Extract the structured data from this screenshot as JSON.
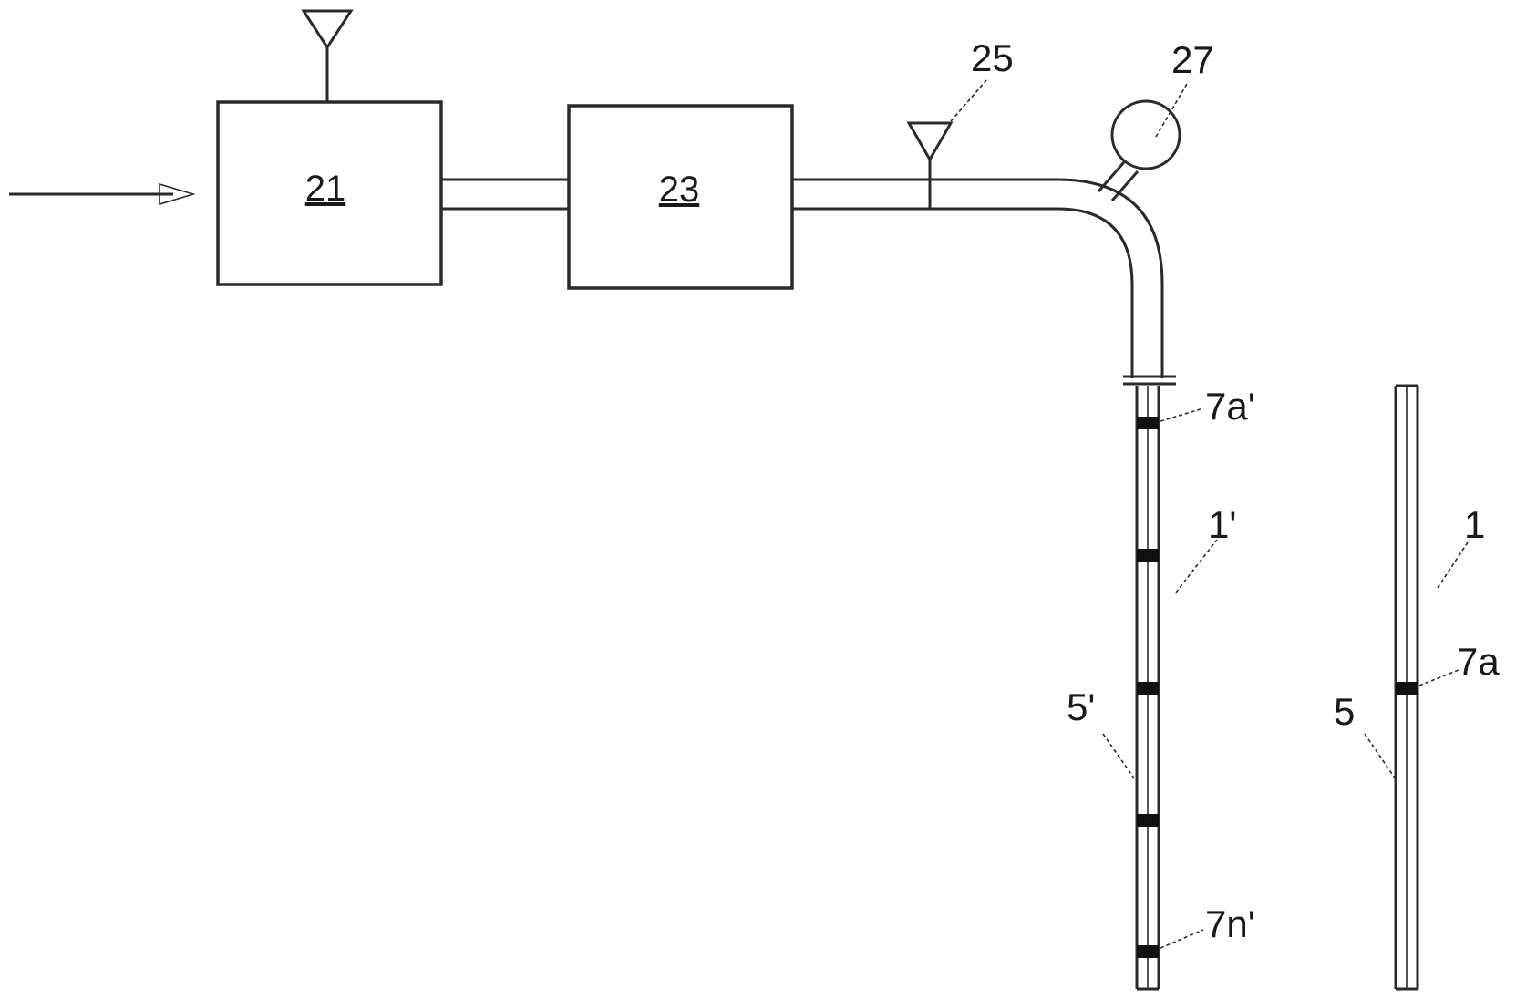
{
  "diagram": {
    "blocks": {
      "block_21": "21",
      "block_23": "23"
    },
    "labels": {
      "sensor_25": "25",
      "gauge_27": "27",
      "marker_7a_prime": "7a'",
      "tube_1_prime": "1'",
      "tube_5_prime": "5'",
      "marker_7n_prime": "7n'",
      "tube_1": "1",
      "marker_7a": "7a",
      "tube_5": "5"
    },
    "colors": {
      "line": "#2a2a2a",
      "marker": "#111111",
      "background": "#ffffff"
    }
  }
}
